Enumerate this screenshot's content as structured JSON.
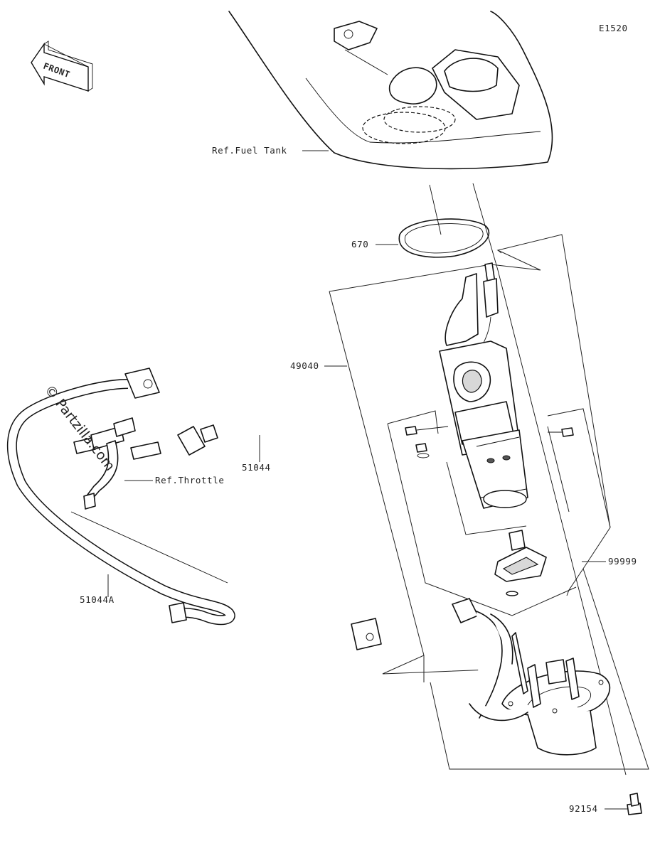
{
  "diagram": {
    "code": "E1520",
    "front_arrow": "FRONT",
    "watermark": "© Partzilla.com"
  },
  "labels": {
    "fuel_tank": "Ref.Fuel Tank",
    "gasket": "670",
    "pump_assembly": "49040",
    "hose": "51044",
    "throttle": "Ref.Throttle",
    "hose_a": "51044A",
    "kit": "99999",
    "bolt": "92154"
  }
}
